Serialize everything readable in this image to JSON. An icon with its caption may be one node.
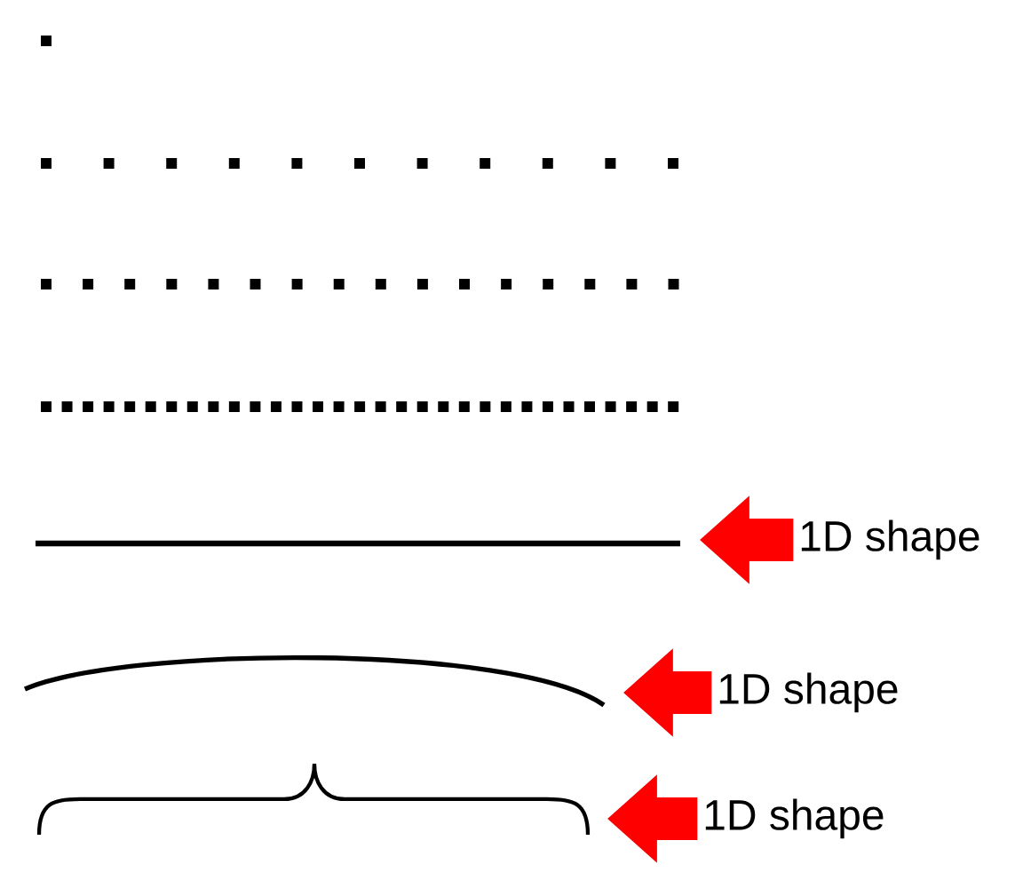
{
  "diagram": {
    "nodes": [
      {
        "text": [],
        "shape": "line"
      },
      {
        "text": [
          "1D shape"
        ]
      },
      {
        "text": [],
        "shape": "arc"
      },
      {
        "text": [
          "1D shape"
        ]
      },
      {
        "text": [],
        "shape": "brace"
      },
      {
        "text": [
          "1D shape"
        ]
      }
    ],
    "edges": [
      {
        "from": 1,
        "to": 0,
        "arrow": "to"
      },
      {
        "from": 3,
        "to": 2,
        "arrow": "to"
      },
      {
        "from": 5,
        "to": 4,
        "arrow": "to"
      }
    ]
  }
}
